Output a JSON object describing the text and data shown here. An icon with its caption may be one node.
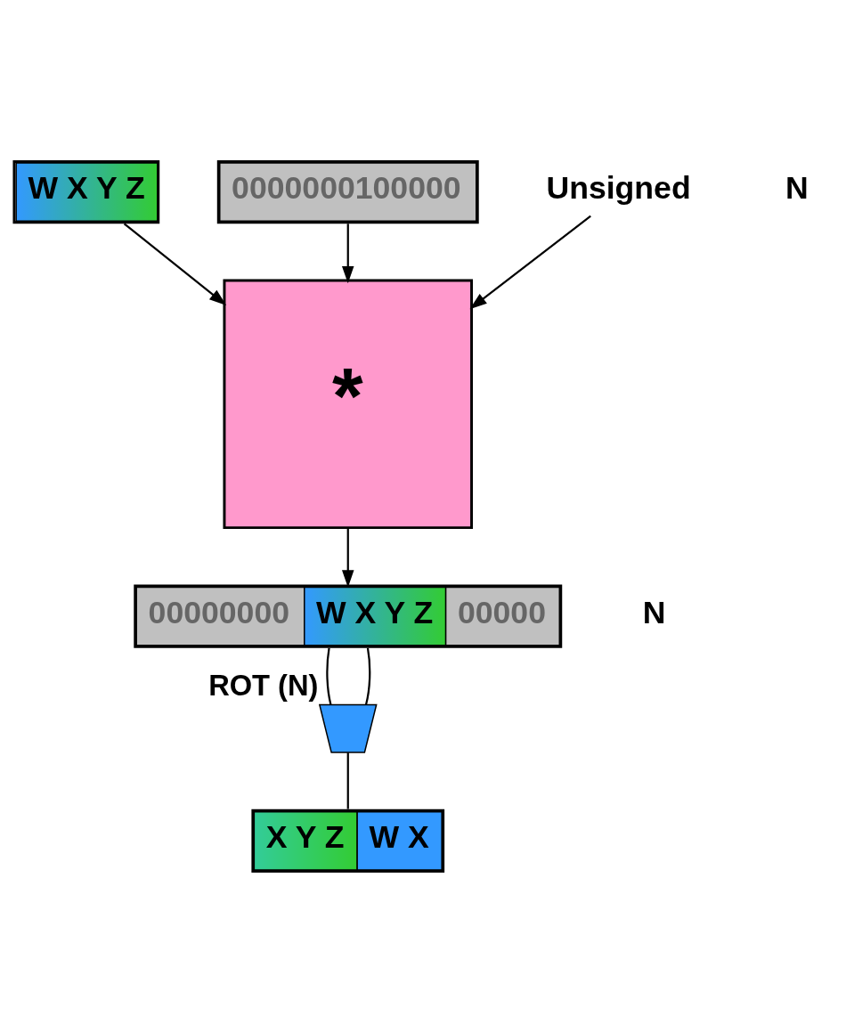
{
  "diagram": {
    "nodes": [
      {
        "text": [
          "W X Y Z"
        ]
      },
      {
        "text": [
          "0000000100000"
        ]
      },
      {
        "text": [
          "*"
        ]
      },
      {
        "text": [
          "Unsigned"
        ]
      },
      {
        "text": [
          "00000000",
          "W X Y Z",
          "00000"
        ]
      },
      {
        "text": [],
        "shape": "trapezoid",
        "beside": [
          "ROT (N)"
        ]
      },
      {
        "text": [
          "X Y Z",
          "W X"
        ]
      }
    ],
    "edges": [
      {
        "from": 0,
        "to": 2,
        "arrow": "to"
      },
      {
        "from": 1,
        "to": 2,
        "arrow": "to"
      },
      {
        "from": 3,
        "to": 2,
        "arrow": "to"
      },
      {
        "from": 2,
        "to": 4,
        "arrow": "to"
      },
      {
        "from": 4,
        "to": 5,
        "arrow": "none"
      },
      {
        "from": 4,
        "to": 5,
        "arrow": "none"
      },
      {
        "from": 5,
        "to": 6,
        "arrow": "none"
      }
    ],
    "labels": [
      "N",
      "N"
    ]
  }
}
